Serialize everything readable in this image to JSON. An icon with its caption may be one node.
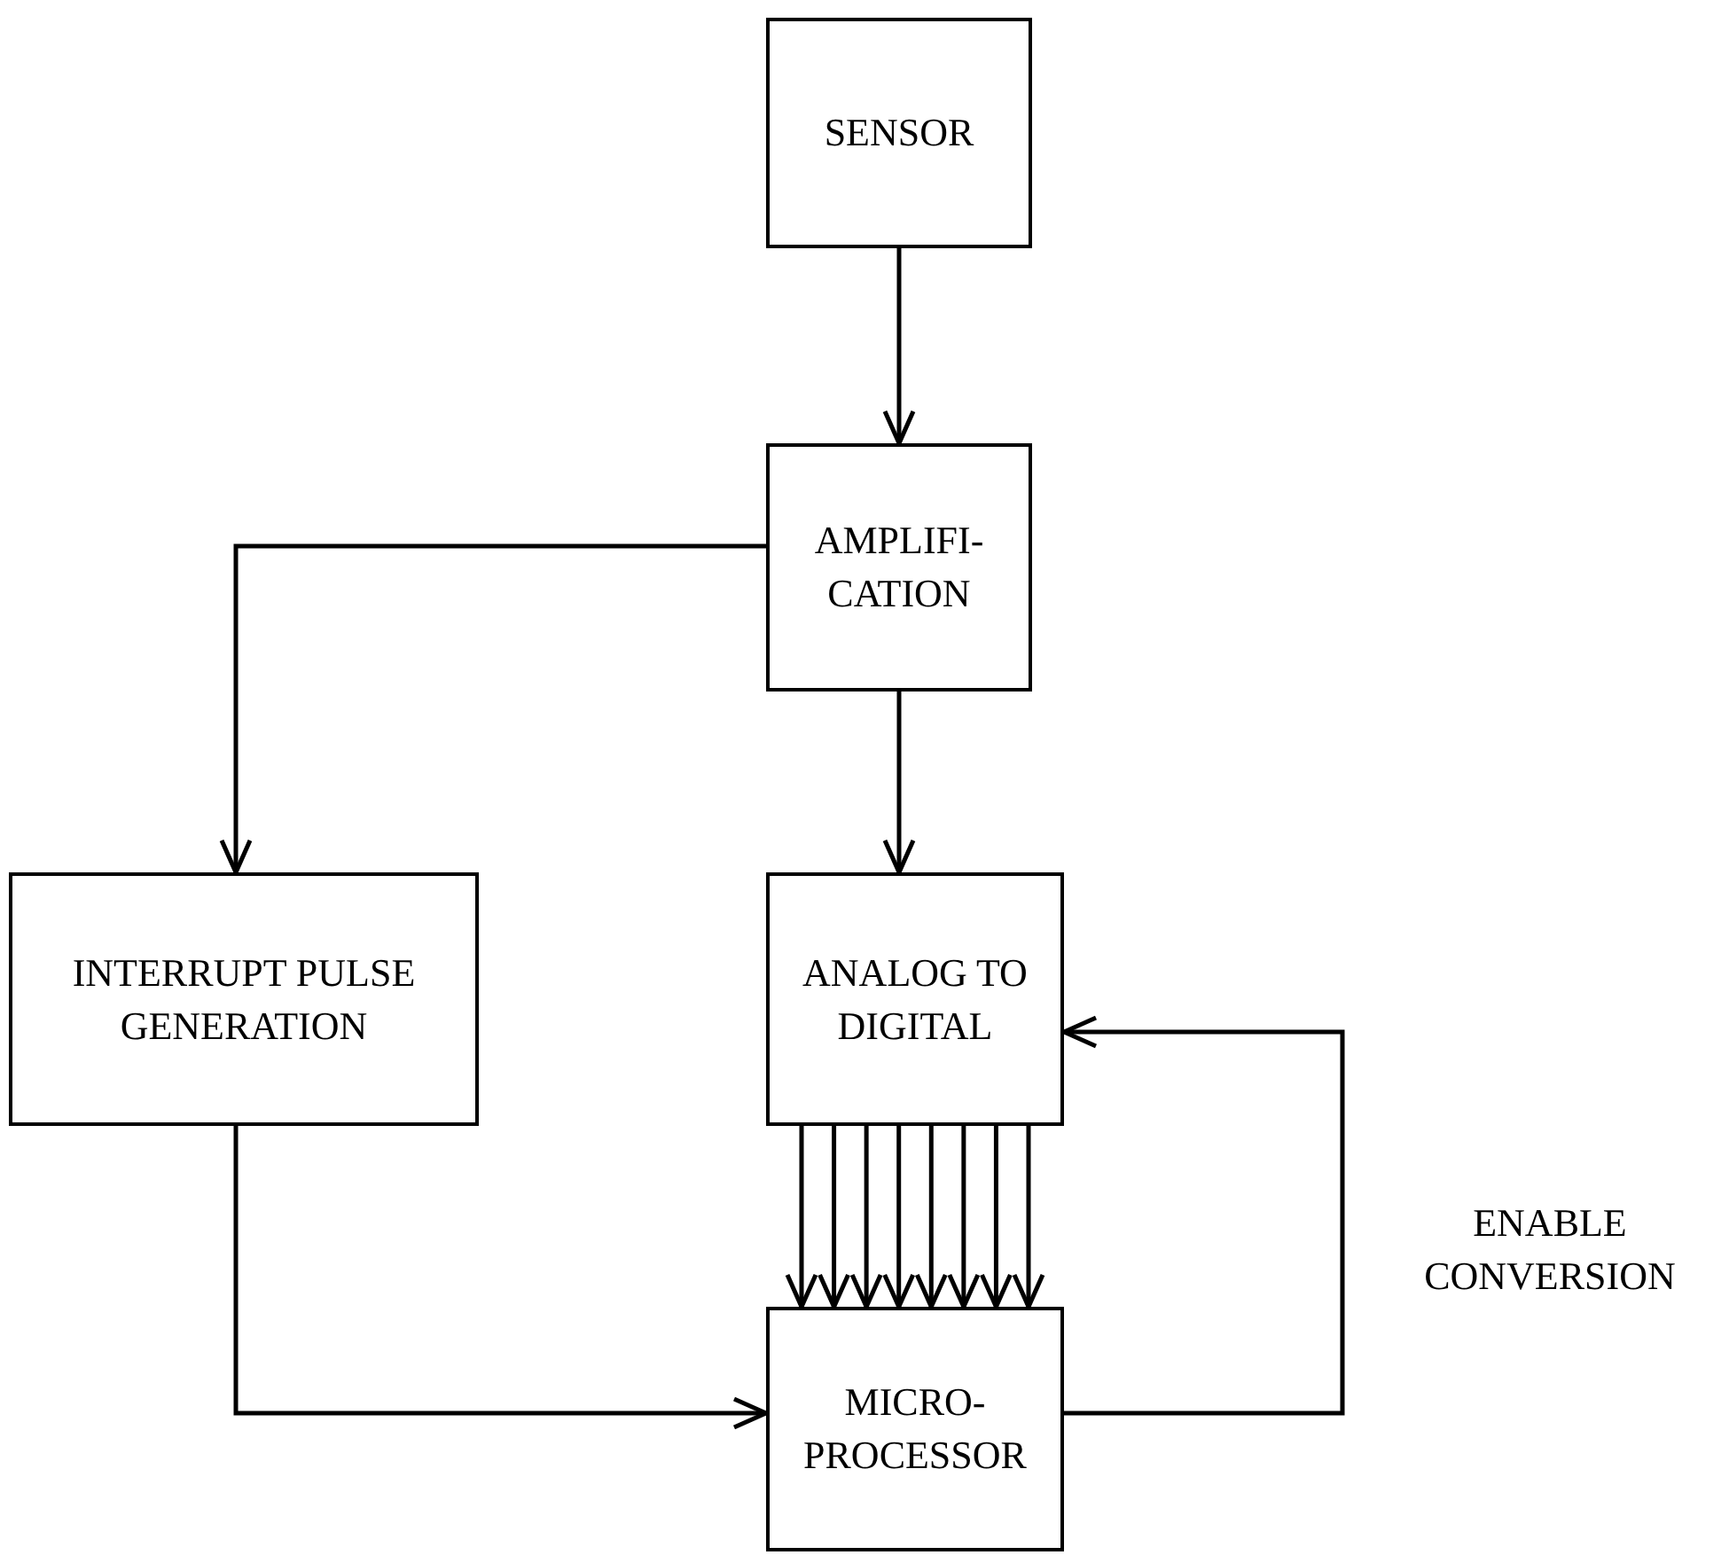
{
  "diagram": {
    "nodes": [
      {
        "text": [
          "SENSOR"
        ]
      },
      {
        "text": [
          "AMPLIFI- CATION"
        ]
      },
      {
        "text": [
          "INTERRUPT PULSE GENERATION"
        ]
      },
      {
        "text": [
          "ANALOG TO DIGITAL"
        ]
      },
      {
        "text": [
          "MICRO- PROCESSOR"
        ]
      }
    ],
    "edges": [
      {
        "from": 0,
        "to": 1,
        "arrow": "to"
      },
      {
        "from": 1,
        "to": 2,
        "arrow": "to"
      },
      {
        "from": 1,
        "to": 3,
        "arrow": "to"
      },
      {
        "from": 2,
        "to": 4,
        "arrow": "to"
      },
      {
        "from": 4,
        "to": 3,
        "arrow": "to",
        "label": "ENABLE CONVERSION"
      },
      {
        "from": 3,
        "to": 4,
        "arrow": "to"
      },
      {
        "from": 3,
        "to": 4,
        "arrow": "to"
      },
      {
        "from": 3,
        "to": 4,
        "arrow": "to"
      },
      {
        "from": 3,
        "to": 4,
        "arrow": "to"
      },
      {
        "from": 3,
        "to": 4,
        "arrow": "to"
      },
      {
        "from": 3,
        "to": 4,
        "arrow": "to"
      },
      {
        "from": 3,
        "to": 4,
        "arrow": "to"
      },
      {
        "from": 3,
        "to": 4,
        "arrow": "to"
      }
    ]
  }
}
